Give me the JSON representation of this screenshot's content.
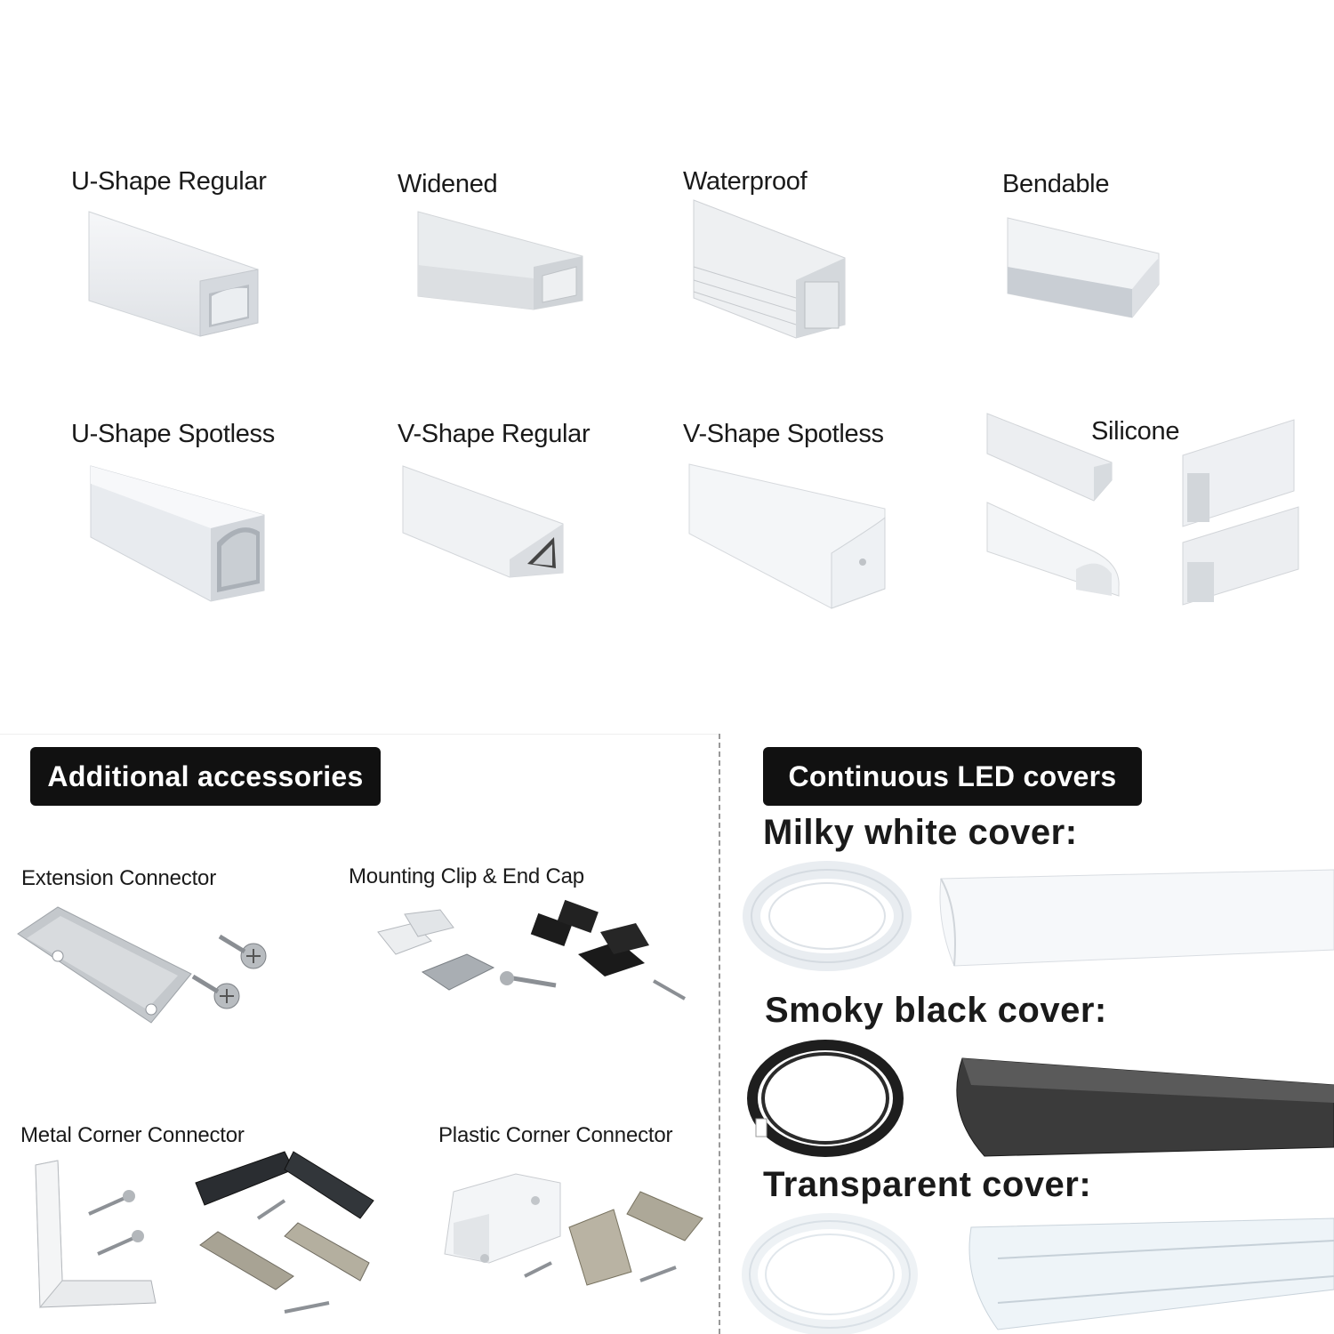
{
  "profiles": [
    {
      "label": "U-Shape Regular"
    },
    {
      "label": "Widened"
    },
    {
      "label": "Waterproof"
    },
    {
      "label": "Bendable"
    },
    {
      "label": "U-Shape Spotless"
    },
    {
      "label": "V-Shape Regular"
    },
    {
      "label": "V-Shape Spotless"
    },
    {
      "label": "Silicone"
    }
  ],
  "accessories": {
    "title": "Additional accessories",
    "items": [
      {
        "label": "Extension Connector"
      },
      {
        "label": "Mounting Clip & End Cap"
      },
      {
        "label": "Metal Corner Connector"
      },
      {
        "label": "Plastic Corner Connector"
      }
    ]
  },
  "covers": {
    "title": "Continuous LED covers",
    "items": [
      {
        "label": "Milky white cover:"
      },
      {
        "label": "Smoky black cover:"
      },
      {
        "label": "Transparent cover:"
      }
    ]
  },
  "colors": {
    "pill_bg": "#111111",
    "aluminum": "#c9ccd0",
    "diffuser_white": "#f4f6f8",
    "smoky": "#3a3a3a"
  }
}
